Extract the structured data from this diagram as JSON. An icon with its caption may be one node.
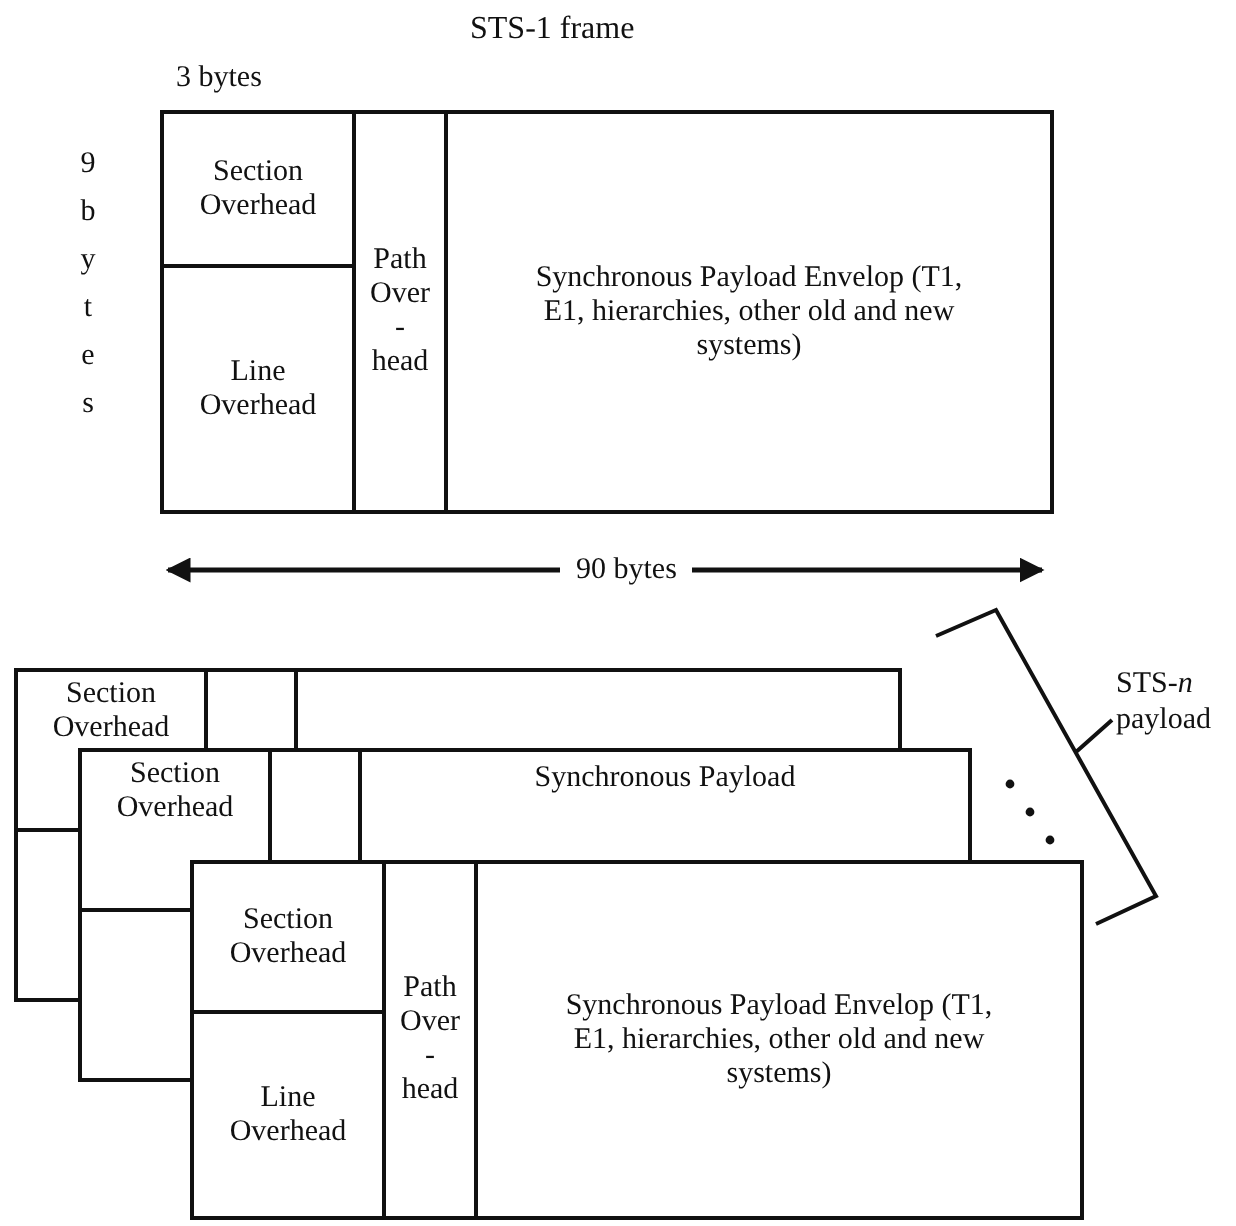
{
  "diagram": {
    "title": "STS-1 frame",
    "nodes": [
      {
        "text": [],
        "shape": "box"
      },
      {
        "text": [
          "Section Overhead"
        ],
        "in": 0
      },
      {
        "text": [
          "Line Overhead"
        ],
        "in": 0
      },
      {
        "text": [
          "Path Over - head"
        ],
        "in": 0
      },
      {
        "text": [
          "Synchronous Payload Envelop (T1, E1, hierarchies, other old and new systems)"
        ],
        "in": 0
      },
      {
        "text": [],
        "shape": "box"
      },
      {
        "text": [
          "Section Overhead"
        ],
        "in": 5
      },
      {
        "text": [],
        "shape": "box"
      },
      {
        "text": [
          "Section Overhead"
        ]
      },
      {
        "text": [
          "Synchronous Payload"
        ]
      },
      {
        "text": [],
        "shape": "box"
      },
      {
        "text": [
          "Section Overhead"
        ]
      },
      {
        "text": [
          "Line Overhead"
        ],
        "in": 10
      },
      {
        "text": [
          "Path Over - head"
        ],
        "in": 10
      },
      {
        "text": [
          "Synchronous Payload Envelop (T1, E1, hierarchies, other old and new systems)"
        ],
        "in": 10
      }
    ],
    "edges": [],
    "labels": [
      "3 bytes",
      "9 bytes",
      "90 bytes",
      "STS-*n* payload"
    ]
  }
}
